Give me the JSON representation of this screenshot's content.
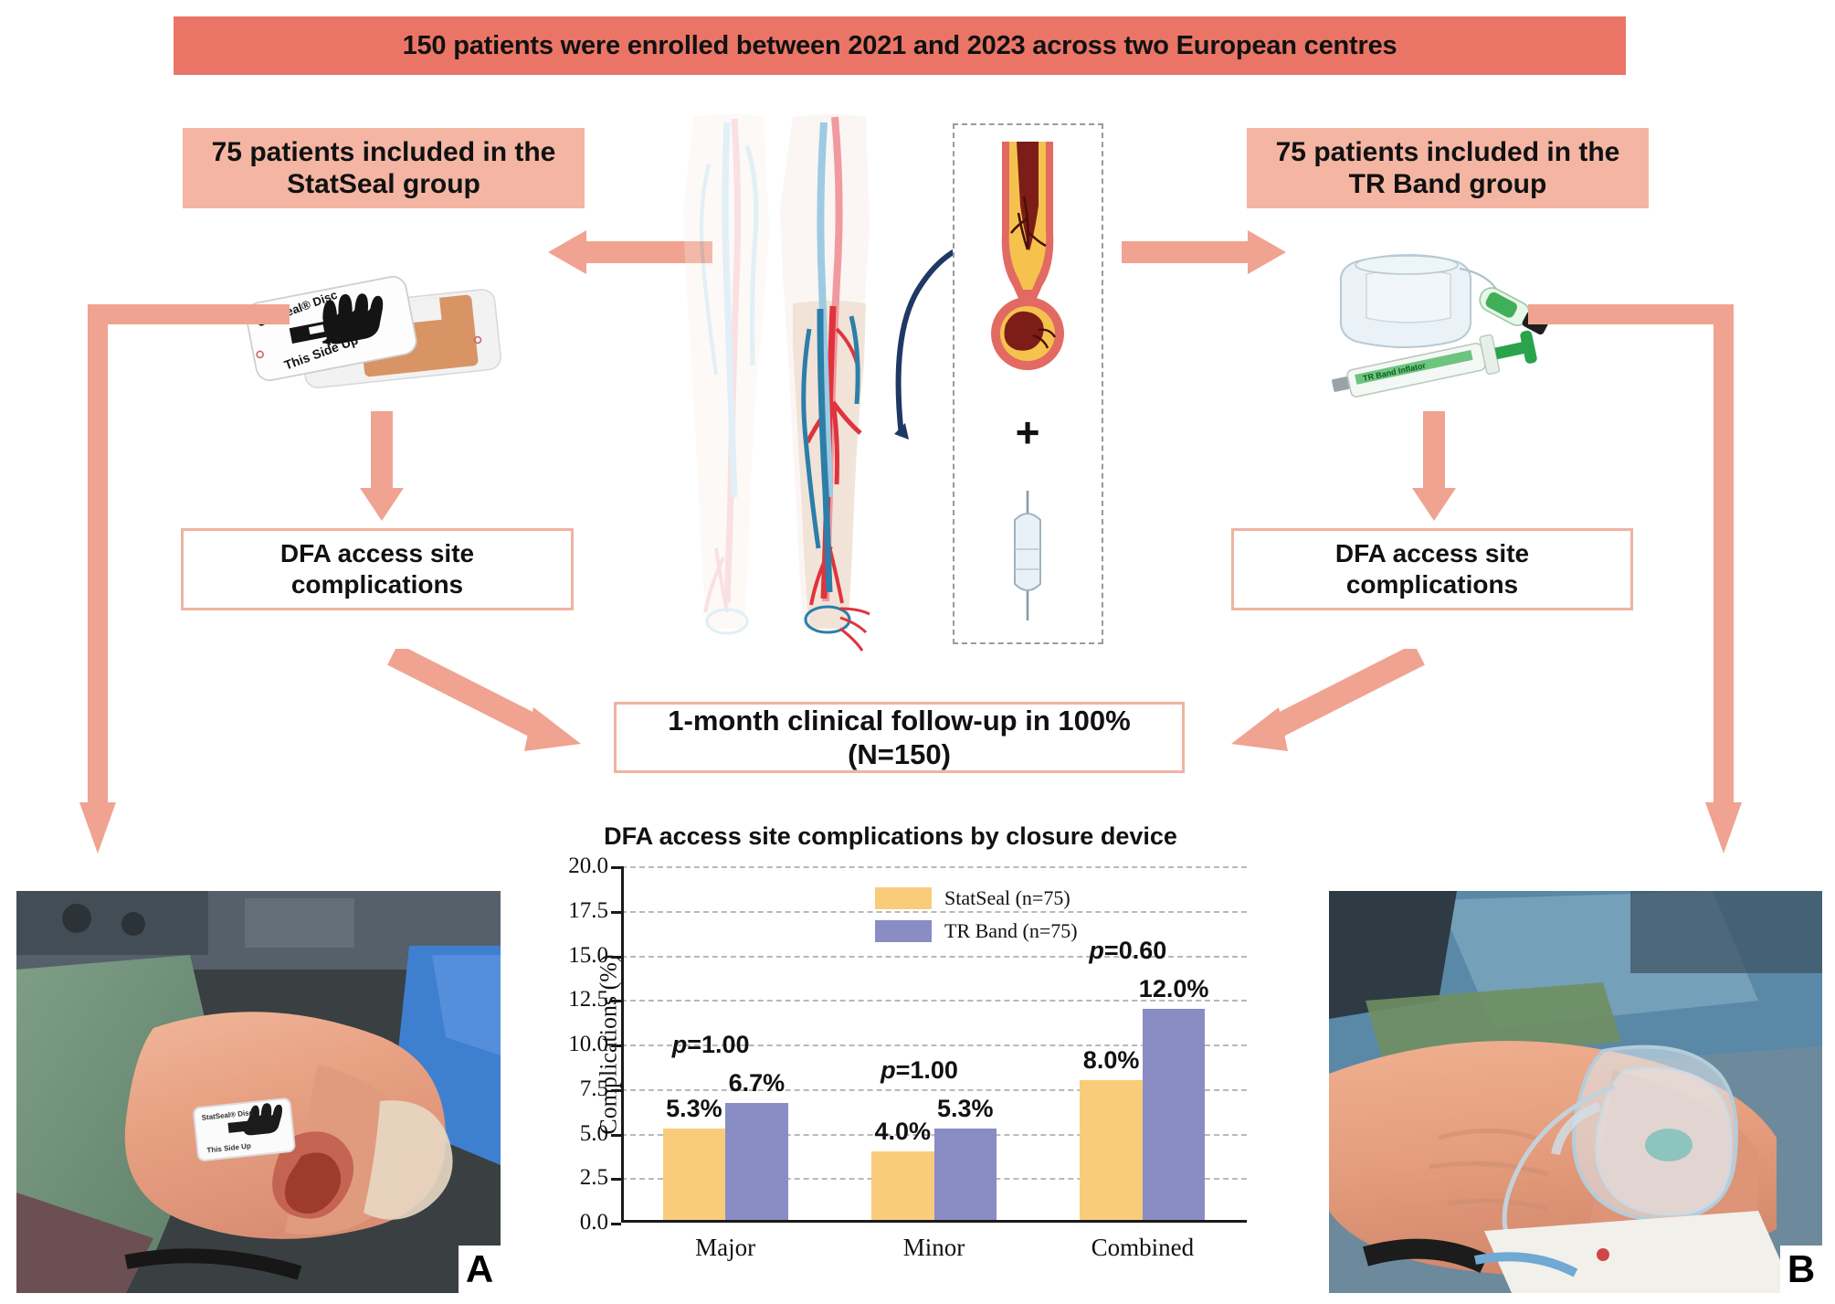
{
  "banner": {
    "text": "150 patients were enrolled between 2021 and 2023 across two European centres"
  },
  "groups": {
    "left": {
      "label": "75 patients included in the\nStatSeal group"
    },
    "right": {
      "label": "75 patients included in the\nTR Band group"
    }
  },
  "devices": {
    "statseal": {
      "name": "statseal-disc-device",
      "brand": "StatSeal® Disc",
      "instruction": "This Side Up"
    },
    "trband": {
      "name": "tr-band-device",
      "inflator_label": "TR Band Inflator"
    }
  },
  "outcome_boxes": {
    "left": "DFA access site\ncomplications",
    "right": "DFA access site\ncomplications",
    "followup": "1-month clinical follow-up in 100% (N=150)"
  },
  "anatomy": {
    "caption": "lower-limb-arterial-venous-anatomy",
    "vessel_panel": {
      "items": [
        "atherosclerotic-artery",
        "artery-cross-section",
        "plus-sign",
        "balloon-catheter"
      ],
      "plus": "+"
    }
  },
  "photos": {
    "a": {
      "letter": "A",
      "caption": "statseal-disc-applied-at-dfa-access-site"
    },
    "b": {
      "letter": "B",
      "caption": "tr-band-applied-at-dfa-access-site"
    }
  },
  "colors": {
    "banner": "#ea7566",
    "group_box": "#f4b5a3",
    "arrow": "#f0a391",
    "outline": "#f0b3a2",
    "statseal_bar": "#f8cc7b",
    "trband_bar": "#8a8cc4",
    "axis": "#1a1a1a",
    "grid": "#b9b9b9"
  },
  "chart_data": {
    "type": "bar",
    "title": "DFA access site complications by closure device",
    "xlabel": "",
    "ylabel": "Complications (%)",
    "ylim": [
      0,
      20
    ],
    "yticks": [
      "0.0",
      "2.5",
      "5.0",
      "7.5",
      "10.0",
      "12.5",
      "15.0",
      "17.5",
      "20.0"
    ],
    "grid": true,
    "legend_position": "upper center",
    "categories": [
      "Major",
      "Minor",
      "Combined"
    ],
    "series": [
      {
        "name": "StatSeal (n=75)",
        "color": "#f8cc7b",
        "values": [
          5.3,
          4.0,
          8.0
        ],
        "labels": [
          "5.3%",
          "4.0%",
          "8.0%"
        ]
      },
      {
        "name": "TR Band (n=75)",
        "color": "#8a8cc4",
        "values": [
          6.7,
          5.3,
          12.0
        ],
        "labels": [
          "6.7%",
          "5.3%",
          "12.0%"
        ]
      }
    ],
    "annotations": [
      {
        "category": "Major",
        "text": "p=1.00",
        "value": 1.0
      },
      {
        "category": "Minor",
        "text": "p=1.00",
        "value": 1.0
      },
      {
        "category": "Combined",
        "text": "p=0.60",
        "value": 0.6
      }
    ]
  }
}
